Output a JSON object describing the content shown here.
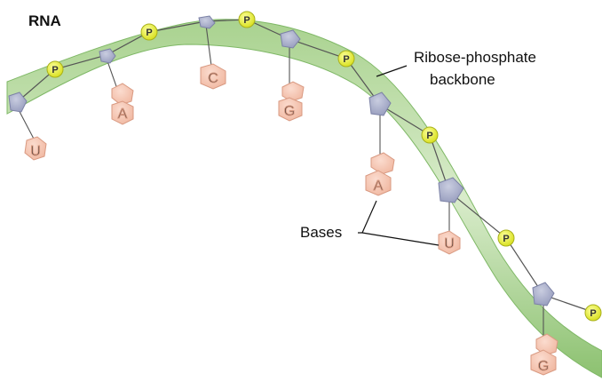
{
  "title": "RNA",
  "labels": {
    "backbone_line1": "Ribose-phosphate",
    "backbone_line2": "backbone",
    "bases": "Bases"
  },
  "phosphate_label": "P",
  "bases": [
    "U",
    "A",
    "C",
    "G",
    "A",
    "U",
    "G"
  ],
  "colors": {
    "ribbon_light": "#d9eccb",
    "ribbon_mid": "#a9d28f",
    "ribbon_dark": "#6fae57",
    "sugar": "#a7acc9",
    "base": "#f3c3ad",
    "base_stroke": "#d99a82",
    "phosphate": "#eaf02a",
    "phosphate_stroke": "#a8b01c",
    "line": "#555555"
  }
}
